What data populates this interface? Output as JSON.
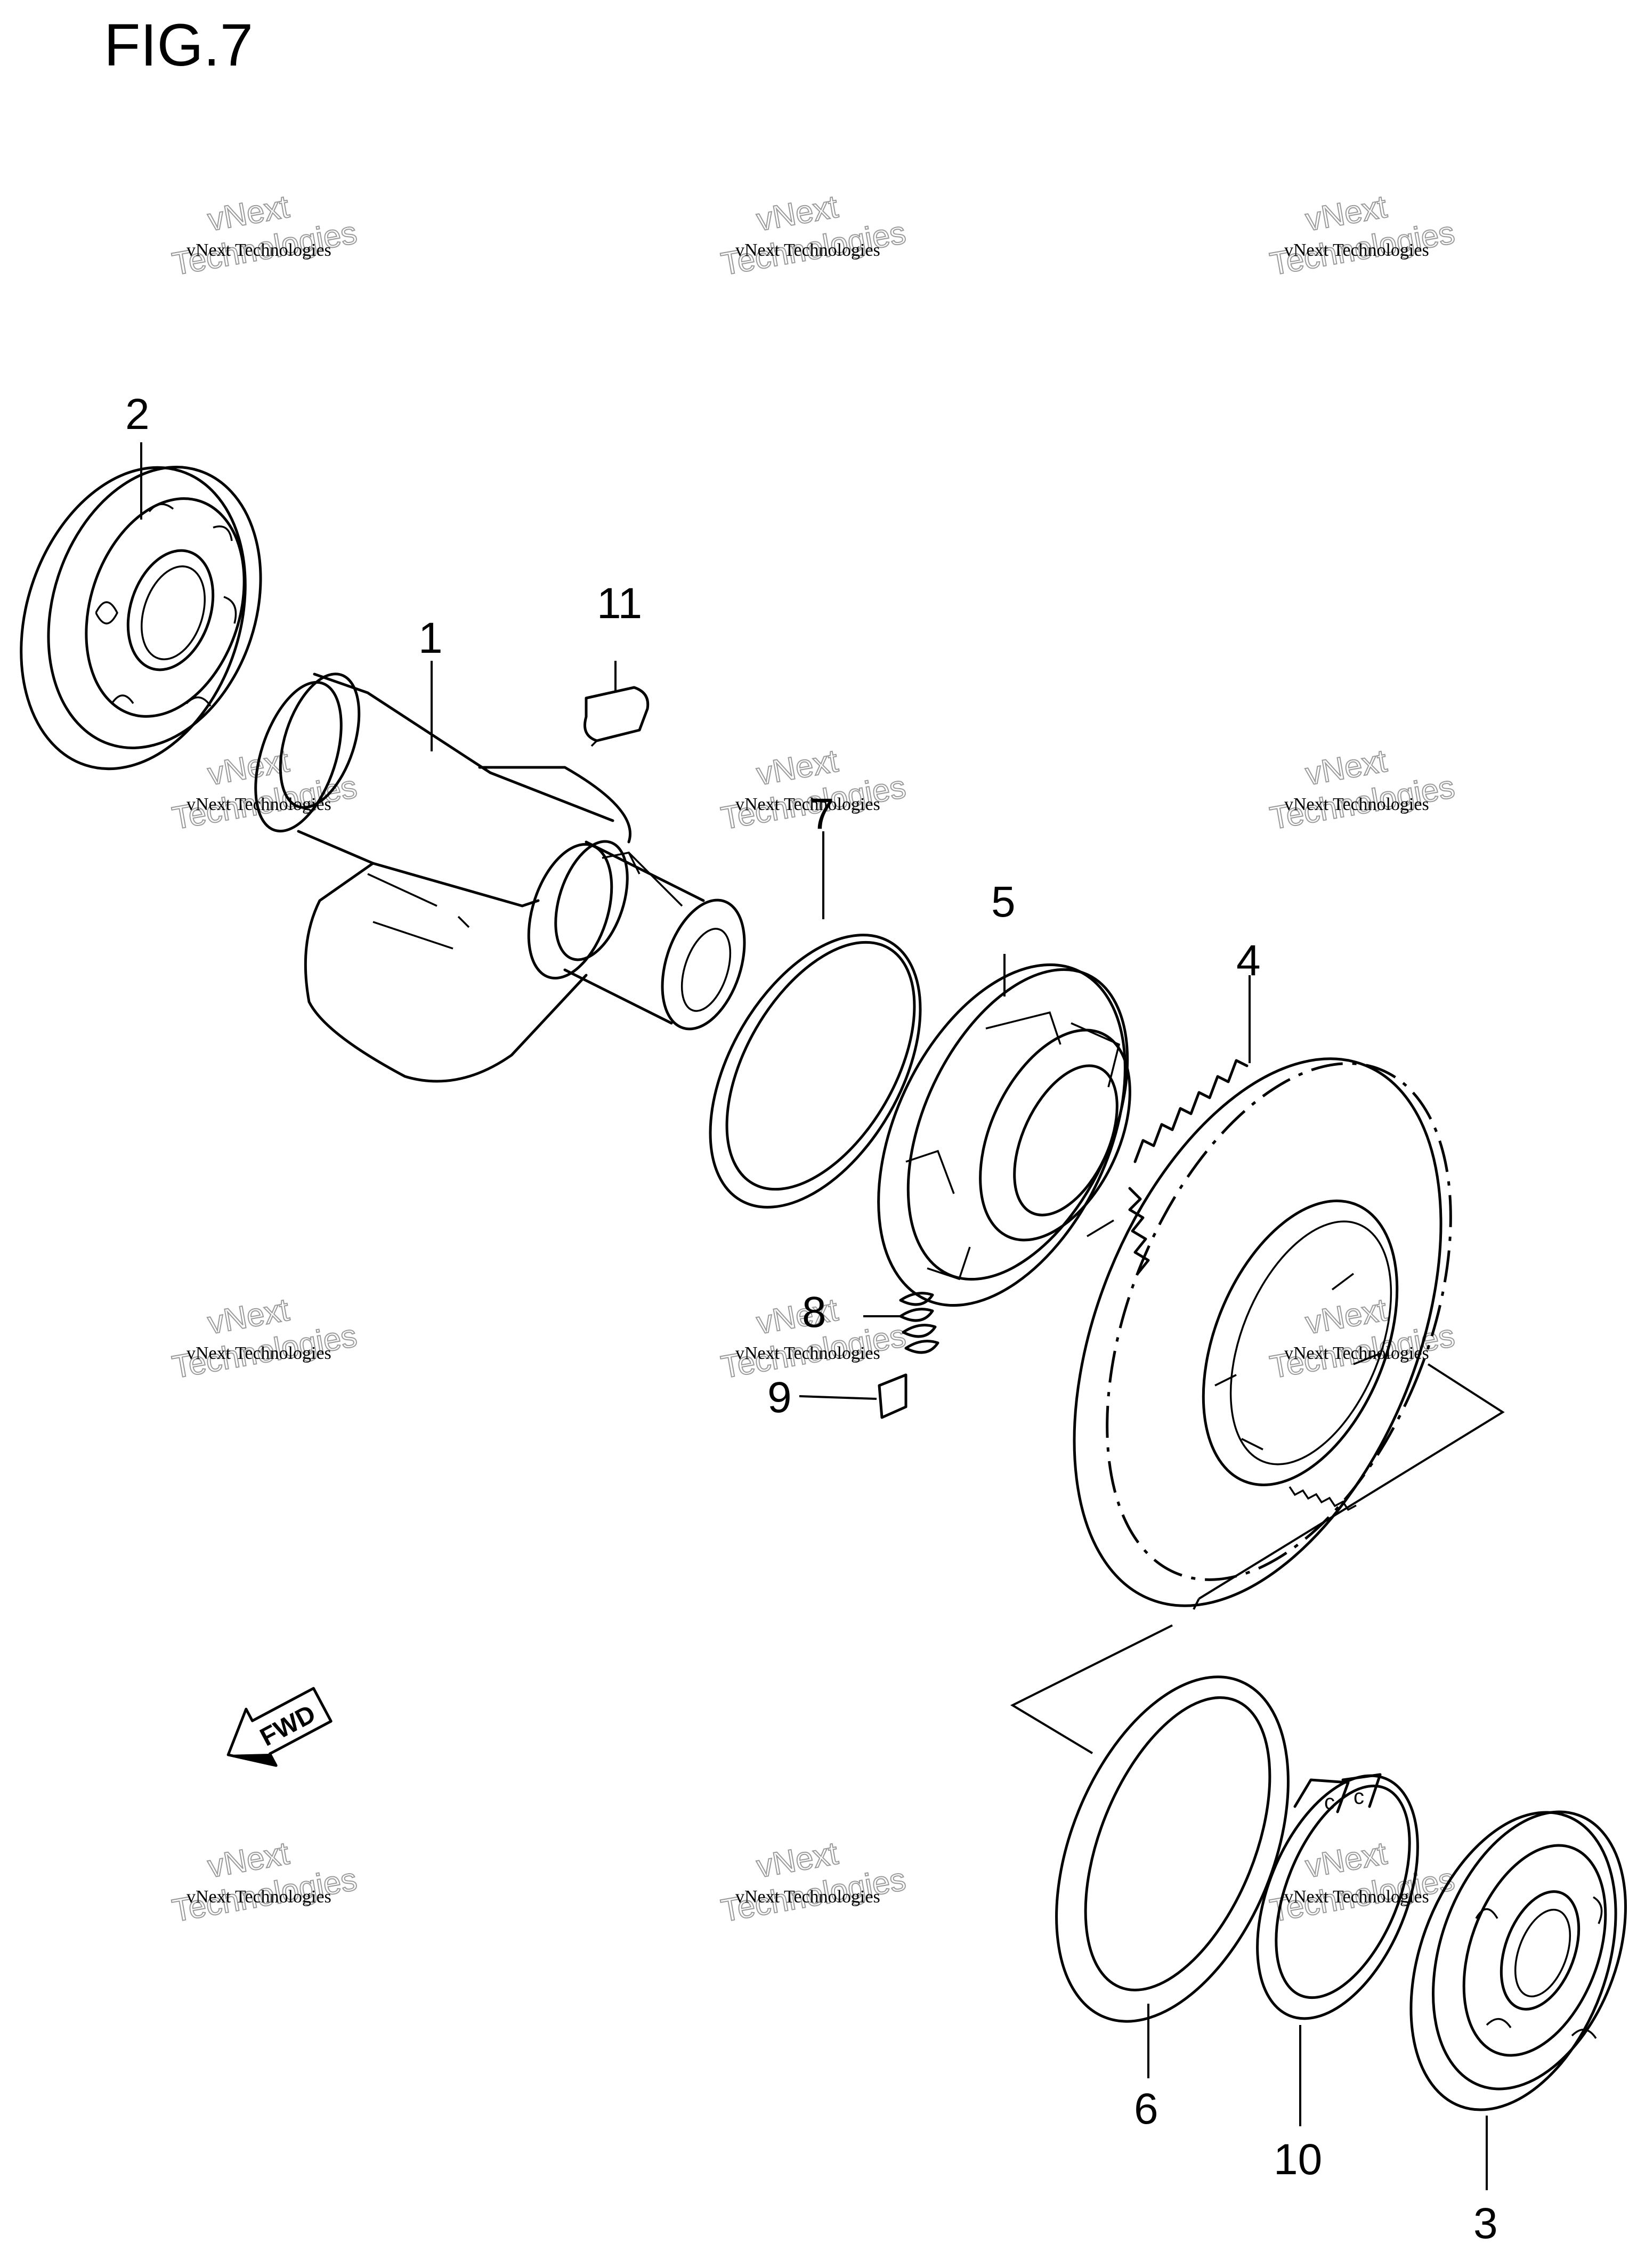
{
  "figure": {
    "title": "FIG.7"
  },
  "callouts": [
    {
      "id": "1",
      "label": "1"
    },
    {
      "id": "2",
      "label": "2"
    },
    {
      "id": "3",
      "label": "3"
    },
    {
      "id": "4",
      "label": "4"
    },
    {
      "id": "5",
      "label": "5"
    },
    {
      "id": "6",
      "label": "6"
    },
    {
      "id": "7",
      "label": "7"
    },
    {
      "id": "8",
      "label": "8"
    },
    {
      "id": "9",
      "label": "9"
    },
    {
      "id": "10",
      "label": "10"
    },
    {
      "id": "11",
      "label": "11"
    }
  ],
  "direction": {
    "label": "FWD"
  },
  "watermark": {
    "small": "vNext Technologies",
    "line1": "vNext",
    "line2": "Technologies"
  }
}
